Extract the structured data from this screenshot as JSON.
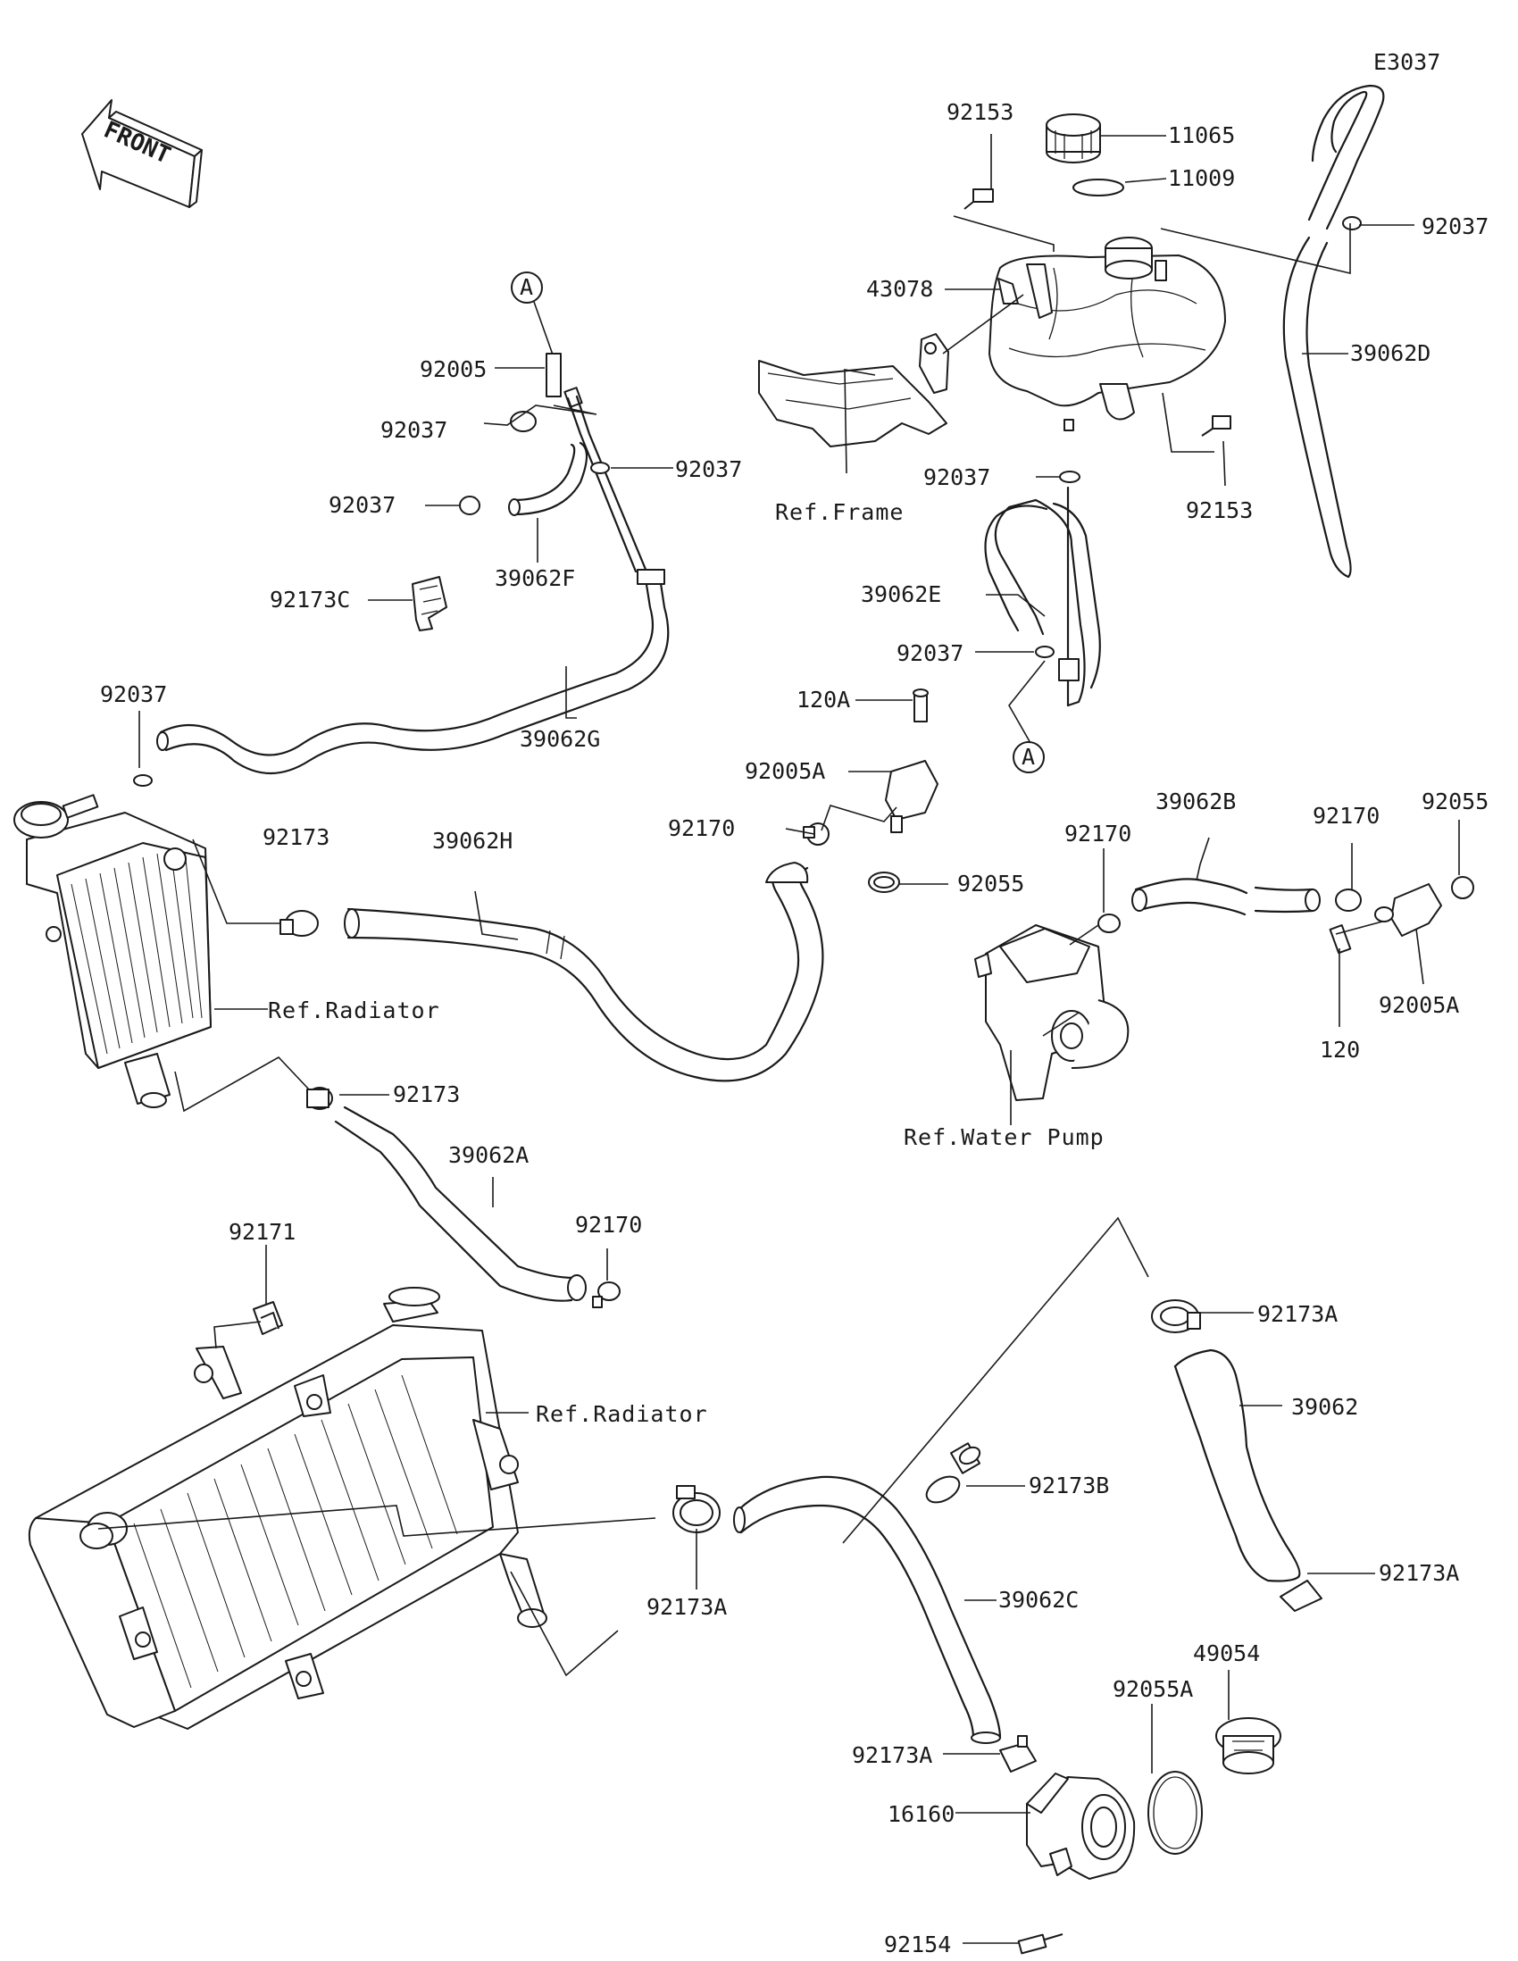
{
  "diagram_code": "E3037",
  "front_label": "FRONT",
  "connector_label": "A",
  "part_labels": {
    "p11065": "11065",
    "p11009": "11009",
    "p92153_top": "92153",
    "p92153_right": "92153",
    "p43078": "43078",
    "p92037_tr": "92037",
    "p39062D": "39062D",
    "p92005": "92005",
    "p92037_a": "92037",
    "p92037_b": "92037",
    "p92037_c": "92037",
    "p39062F": "39062F",
    "p92173C": "92173C",
    "p39062G": "39062G",
    "p92037_left": "92037",
    "p92037_tank": "92037",
    "p39062E": "39062E",
    "p92037_e": "92037",
    "p120A": "120A",
    "p92005A_mid": "92005A",
    "p92170_mid": "92170",
    "p92055_mid": "92055",
    "p92173_top": "92173",
    "p39062H": "39062H",
    "p39062B": "39062B",
    "p92170_b": "92170",
    "p92170_c": "92170",
    "p92055_right": "92055",
    "p92005A_right": "92005A",
    "p120": "120",
    "p92173_mid": "92173",
    "p39062A": "39062A",
    "p92170_d": "92170",
    "p92171": "92171",
    "p92173A_1": "92173A",
    "p39062": "39062",
    "p92173B": "92173B",
    "p92173A_2": "92173A",
    "p92173A_3": "92173A",
    "p39062C": "39062C",
    "p49054": "49054",
    "p92055A": "92055A",
    "p92173A_4": "92173A",
    "p16160": "16160",
    "p92154": "92154"
  },
  "references": {
    "frame": "Ref.Frame",
    "radiator_top": "Ref.Radiator",
    "radiator_bottom": "Ref.Radiator",
    "water_pump": "Ref.Water Pump"
  }
}
